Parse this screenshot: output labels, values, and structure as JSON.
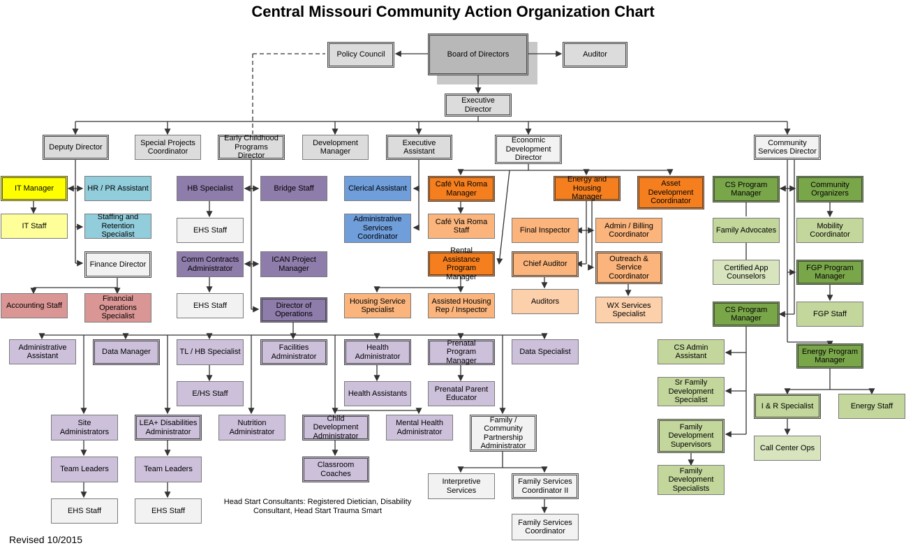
{
  "title": "Central Missouri Community Action Organization Chart",
  "revised": "Revised 10/2015",
  "note": "Head Start Consultants: Registered Dietician, Disability Consultant, Head Start Trauma Smart",
  "colors": {
    "gray": "#dcdcdc",
    "dark_gray": "#b8b8b8",
    "yellow": "#ffff00",
    "light_yellow": "#ffff99",
    "cyan": "#92cddc",
    "pink": "#da9694",
    "purple": "#8e7cab",
    "light_purple": "#ccc0da",
    "blue": "#6f9edb",
    "orange": "#f57f1f",
    "light_orange": "#fab47c",
    "green": "#7aa64a",
    "light_green": "#c3d69b"
  },
  "nodes": {
    "policy_council": "Policy Council",
    "board": "Board of Directors",
    "auditor": "Auditor",
    "exec_director": "Executive Director",
    "deputy": "Deputy Director",
    "special_projects": "Special Projects Coordinator",
    "early_childhood": "Early Childhood Programs Director",
    "development_mgr": "Development Manager",
    "exec_assistant": "Executive Assistant",
    "econ_dev": "Economic Development Director",
    "community_services": "Community Services Director",
    "it_manager": "IT Manager",
    "hr_pr": "HR / PR Assistant",
    "it_staff": "IT Staff",
    "staffing": "Staffing and Retention Specialist",
    "finance_director": "Finance Director",
    "accounting": "Accounting Staff",
    "financial_ops": "Financial Operations Specialist",
    "hb_specialist": "HB Specialist",
    "bridge_staff": "Bridge Staff",
    "ehs_staff_1": "EHS Staff",
    "comm_contracts": "Comm Contracts Administrator",
    "ican": "ICAN Project Manager",
    "ehs_staff_2": "EHS Staff",
    "dir_operations": "Director of Operations",
    "clerical": "Clerical Assistant",
    "admin_services": "Administrative Services Coordinator",
    "cafe_mgr": "Café Via Roma Manager",
    "cafe_staff": "Café Via Roma Staff",
    "energy_housing": "Energy and Housing Manager",
    "asset_dev": "Asset Development Coordinator",
    "final_inspector": "Final Inspector",
    "admin_billing": "Admin / Billing Coordinator",
    "chief_auditor": "Chief Auditor",
    "outreach": "Outreach & Service Coordinator",
    "auditors": "Auditors",
    "wx_services": "WX Services Specialist",
    "rental_assist": "Rental Assistance Program Manager",
    "housing_service": "Housing Service Specialist",
    "assisted_housing": "Assisted Housing Rep / Inspector",
    "cs_program_mgr_1": "CS Program Manager",
    "community_organizers": "Community Organizers",
    "family_advocates": "Family Advocates",
    "mobility": "Mobility Coordinator",
    "certified_app": "Certified App Counselors",
    "fgp_mgr": "FGP Program Manager",
    "fgp_staff": "FGP Staff",
    "cs_program_mgr_2": "CS Program Manager",
    "energy_program_mgr": "Energy Program Manager",
    "cs_admin": "CS Admin Assistant",
    "sr_family_dev": "Sr Family Development Specialist",
    "family_dev_sup": "Family Development Supervisors",
    "family_dev_spec": "Family Development Specialists",
    "ir_specialist": "I & R Specialist",
    "energy_staff": "Energy Staff",
    "call_center": "Call Center Ops",
    "admin_assistant": "Administrative Assistant",
    "data_manager": "Data Manager",
    "tl_hb": "TL / HB Specialist",
    "facilities": "Facilities Administrator",
    "health_admin": "Health Administrator",
    "prenatal_mgr": "Prenatal Program Manager",
    "data_specialist": "Data Specialist",
    "ehs_staff_3": "E/HS Staff",
    "health_assistants": "Health Assistants",
    "prenatal_educator": "Prenatal Parent Educator",
    "site_admins": "Site Administrators",
    "lea_disabilities": "LEA+ Disabilities Administrator",
    "nutrition": "Nutrition Administrator",
    "child_dev": "Child Development Administrator",
    "mental_health": "Mental Health Administrator",
    "family_community": "Family / Community Partnership Administrator",
    "team_leaders_1": "Team Leaders",
    "team_leaders_2": "Team Leaders",
    "classroom_coaches": "Classroom Coaches",
    "interpretive": "Interpretive Services",
    "fsc_2": "Family Services Coordinator II",
    "ehs_staff_4": "EHS Staff",
    "ehs_staff_5": "EHS Staff",
    "fsc": "Family Services Coordinator"
  }
}
